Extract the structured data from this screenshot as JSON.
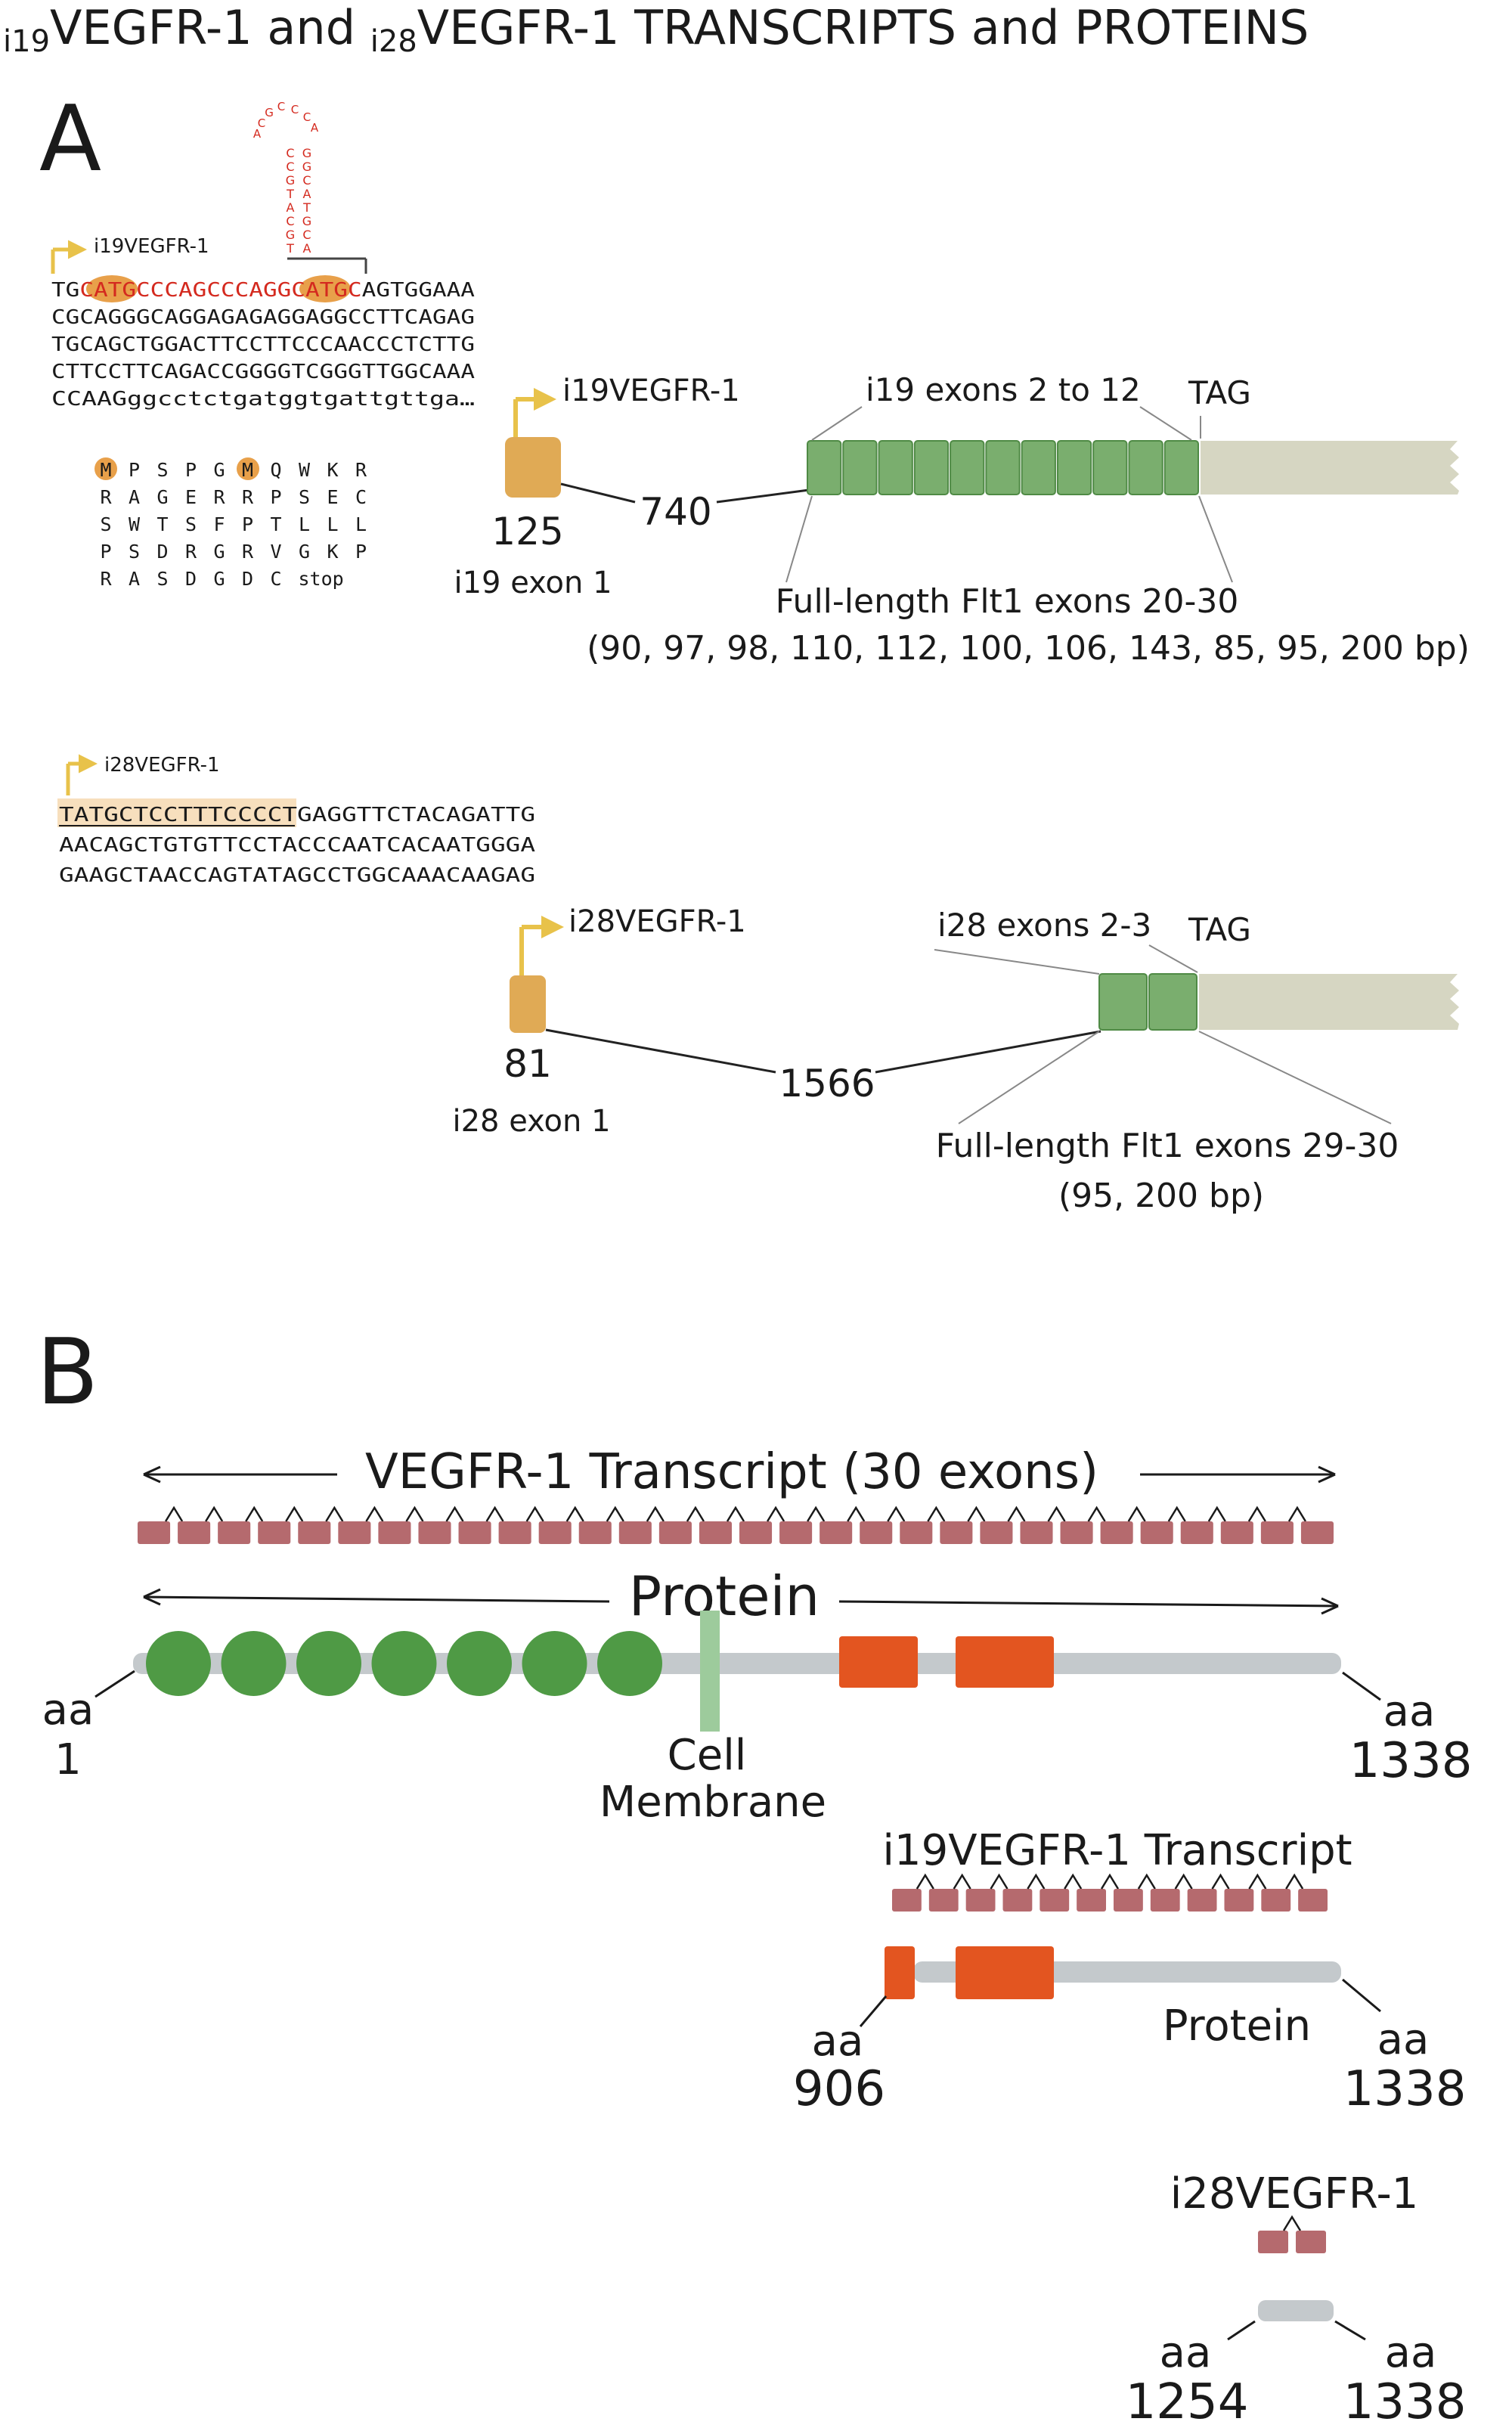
{
  "title": {
    "sub1": "i19",
    "part1": "VEGFR-1 and ",
    "sub2": "i28",
    "part2": "VEGFR-1 TRANSCRIPTS and PROTEINS"
  },
  "panel_a": {
    "label": "A",
    "i19": {
      "promoter_label": "i19VEGFR-1",
      "hairpin": {
        "loop": [
          "G",
          "C",
          "C",
          "C",
          "A",
          "C",
          "A"
        ],
        "stem_left": [
          "C",
          "C",
          "G",
          "T",
          "A",
          "C",
          "G",
          "T"
        ],
        "stem_right": [
          "G",
          "G",
          "C",
          "A",
          "T",
          "G",
          "C",
          "A"
        ]
      },
      "seq_line1": {
        "p1": "TG",
        "orf1": "CATG",
        "p2": "CCCAGCCCAGG",
        "orf2": "CATG",
        "p3": "C",
        "p4": "AGTGGAAA"
      },
      "seq_lines": [
        "CGCAGGGCAGGAGAGAGGAGGCCTTCAGAG",
        "TGCAGCTGGACTTCCTTCCCAACCCTCTTG",
        "CTTCCTTCAGACCGGGGTCGGGTTGGCAAA",
        "CCAAGggcctctgatggtgattgttga…"
      ],
      "protein_rows": [
        [
          "M",
          "P",
          "S",
          "P",
          "G",
          "M",
          "Q",
          "W",
          "K",
          "R"
        ],
        [
          "R",
          "A",
          "G",
          "E",
          "R",
          "R",
          "P",
          "S",
          "E",
          "C"
        ],
        [
          "S",
          "W",
          "T",
          "S",
          "F",
          "P",
          "T",
          "L",
          "L",
          "L"
        ],
        [
          "P",
          "S",
          "D",
          "R",
          "G",
          "R",
          "V",
          "G",
          "K",
          "P"
        ],
        [
          "R",
          "A",
          "S",
          "D",
          "G",
          "D",
          "C",
          "stop"
        ]
      ],
      "gene_label": "i19VEGFR-1",
      "exon1_size": "125",
      "exon1_name": "i19 exon 1",
      "intron_size": "740",
      "exons_label": "i19 exons 2 to 12",
      "stop_label": "TAG",
      "flt1_label": "Full-length Flt1 exons 20-30",
      "flt1_sizes": "(90, 97, 98, 110, 112, 100, 106, 143, 85, 95, 200 bp)"
    },
    "i28": {
      "promoter_label": "i28VEGFR-1",
      "seq_line1": {
        "p1": "TATGCTCCTTTCCCCT",
        "p2": "GAGGTTCTACAGATTG"
      },
      "seq_lines": [
        "AACAGCTGTGTTCCTACCCAATCACAATGGGA",
        "GAAGCTAACCAGTATAGCCTGGCAAACAAGAG"
      ],
      "gene_label": "i28VEGFR-1",
      "exon1_size": "81",
      "exon1_name": "i28 exon 1",
      "intron_size": "1566",
      "exons_label": "i28 exons 2-3",
      "stop_label": "TAG",
      "flt1_label": "Full-length Flt1 exons 29-30",
      "flt1_sizes": "(95, 200 bp)"
    }
  },
  "panel_b": {
    "label": "B",
    "transcript_label": "VEGFR-1 Transcript (30 exons)",
    "transcript_exons": 30,
    "protein_label": "Protein",
    "ig_domains": 7,
    "aa_prefix": "aa",
    "aa_start": "1",
    "aa_end": "1338",
    "membrane_label_1": "Cell",
    "membrane_label_2": "Membrane",
    "i19": {
      "transcript_label": "i19VEGFR-1 Transcript",
      "exons": 12,
      "protein_label": "Protein",
      "aa_start": "906",
      "aa_end": "1338"
    },
    "i28": {
      "transcript_label": "i28VEGFR-1",
      "exons": 2,
      "aa_start": "1254",
      "aa_end": "1338"
    }
  },
  "colors": {
    "text": "#1a1a1a",
    "seq_red": "#d42a1f",
    "orange_exon": "#e0aa55",
    "orange_highlight": "#e8a04a",
    "green_exon": "#7aae6e",
    "green_exon_border": "#4f8a45",
    "beige_utr": "#d6d6c2",
    "promoter_yellow": "#e8c24a",
    "transcript_exon": "#b56a6e",
    "protein_bar": "#c4c9cc",
    "ig_domain": "#4f9a45",
    "kinase": "#e35520",
    "membrane": "#9dcb9c",
    "i28_seq_highlight": "#f7dfbd"
  }
}
